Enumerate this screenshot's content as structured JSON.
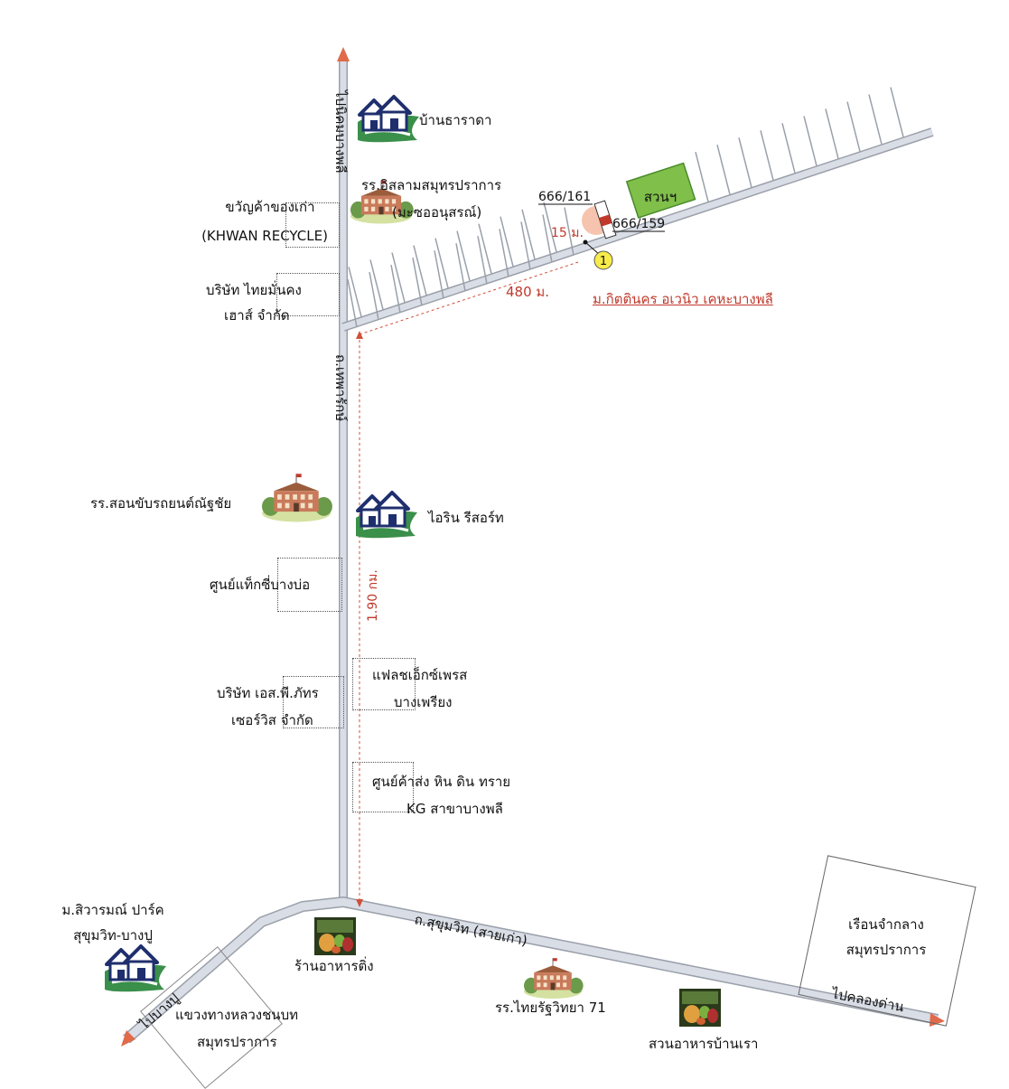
{
  "roads": {
    "north_arrow_label": "ไปนิคมบางพลี",
    "main_road_label": "ถ.เทพารักษ์",
    "sukhumvit_label": "ถ.สุขุมวิท (สายเก่า)",
    "to_bangpu": "ไปบางปู",
    "to_khlongdan": "ไปคลองด่าน"
  },
  "distances": {
    "main": "1.90 กม.",
    "soi": "480 ม.",
    "short": "15 ม."
  },
  "project": {
    "name": "ม.กิตตินคร อเวนิว เคหะบางพลี",
    "park": "สวนฯ",
    "unit_a": "666/161",
    "unit_b": "666/159",
    "marker": "1"
  },
  "places": {
    "baan_tarada": "บ้านธาราดา",
    "islam_school_1": "รร.อิสลามสมุทรปราการ",
    "islam_school_2": "(มะซออนุสรณ์)",
    "khwan_1": "ขวัญค้าของเก่า",
    "khwan_2": "(KHWAN RECYCLE)",
    "thaimankong_1": "บริษัท ไทยมั่นคง",
    "thaimankong_2": "เฮาส์ จำกัด",
    "driving_school": "รร.สอนขับรถยนต์ณัฐชัย",
    "irin": "ไอริน รีสอร์ท",
    "taxi": "ศูนย์แท็กซี่บางบ่อ",
    "sp_1": "บริษัท เอส.พี.ภัทร",
    "sp_2": "เซอร์วิส จำกัด",
    "flash_1": "แฟลชเอ็กซ์เพรส",
    "flash_2": "บางเพรียง",
    "kg_1": "ศูนย์ค้าส่ง หิน ดิน ทราย",
    "kg_2": "KG สาขาบางพลี",
    "siwarom_1": "ม.สิวารมณ์ ปาร์ค",
    "siwarom_2": "สุขุมวิท-บางปู",
    "ting": "ร้านอาหารติ่ง",
    "district_1": "แขวงทางหลวงชนบท",
    "district_2": "สมุทรปราการ",
    "thairat": "รร.ไทยรัฐวิทยา 71",
    "baanrao": "สวนอาหารบ้านเรา",
    "prison_1": "เรือนจำกลาง",
    "prison_2": "สมุทรปราการ"
  },
  "colors": {
    "road_fill": "#d9dde6",
    "road_edge": "#9aa0aa",
    "arrow": "#e06a4a",
    "dist_red": "#c0392b",
    "park_green": "#7fbf4a",
    "house_navy": "#1f2f6e",
    "house_green": "#3a8f4a",
    "marker_yellow": "#f7ec4a"
  },
  "icons": {
    "house": "house-icon",
    "school": "school-building-icon",
    "restaurant": "restaurant-icon"
  }
}
